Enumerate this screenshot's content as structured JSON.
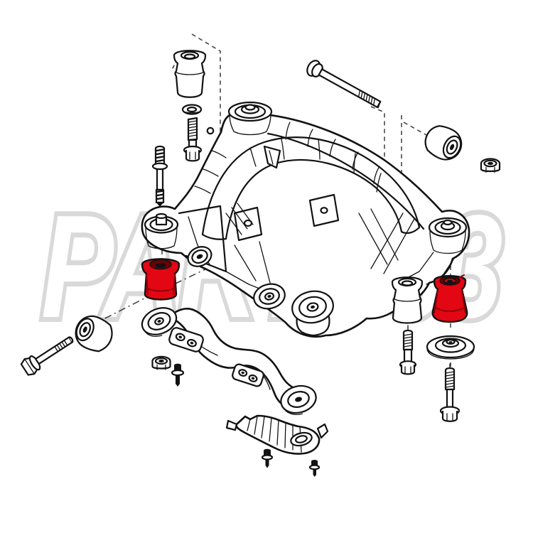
{
  "watermark": {
    "text": "PARTS33"
  },
  "colors": {
    "background": "#ffffff",
    "line": "#121212",
    "watermark_gray": "#d9d9d9",
    "highlight_red": "#e30613"
  },
  "diagram": {
    "type": "exploded-parts-diagram",
    "subject": "Rear axle subframe (axle carrier) with mounting hardware; two subframe bushings highlighted in red",
    "highlighted_parts": [
      "subframe bushing front-left (red)",
      "subframe bushing rear-right (red)"
    ],
    "parts": [
      "rubber buffer / bump stop (top left)",
      "washer",
      "short hex bolt (top left)",
      "double-ended stud",
      "long hex bolt (top right)",
      "roller bushing (upper right)",
      "flange nut (upper right)",
      "rear axle subframe carrier",
      "subframe bushing front-left (highlighted)",
      "subframe bushing rear-right (highlighted)",
      "rubber buffer / bump stop (lower right)",
      "short bolt (below bump stop)",
      "dished support washer",
      "long bolt (bottom right)",
      "hex bolt (bottom left)",
      "roller bushing (lower left)",
      "differential support bracket arm",
      "flange nut (bracket)",
      "small bolt (bracket)",
      "corrugated heat shield",
      "self-tapping screw (left)",
      "self-tapping screw (right)"
    ]
  }
}
